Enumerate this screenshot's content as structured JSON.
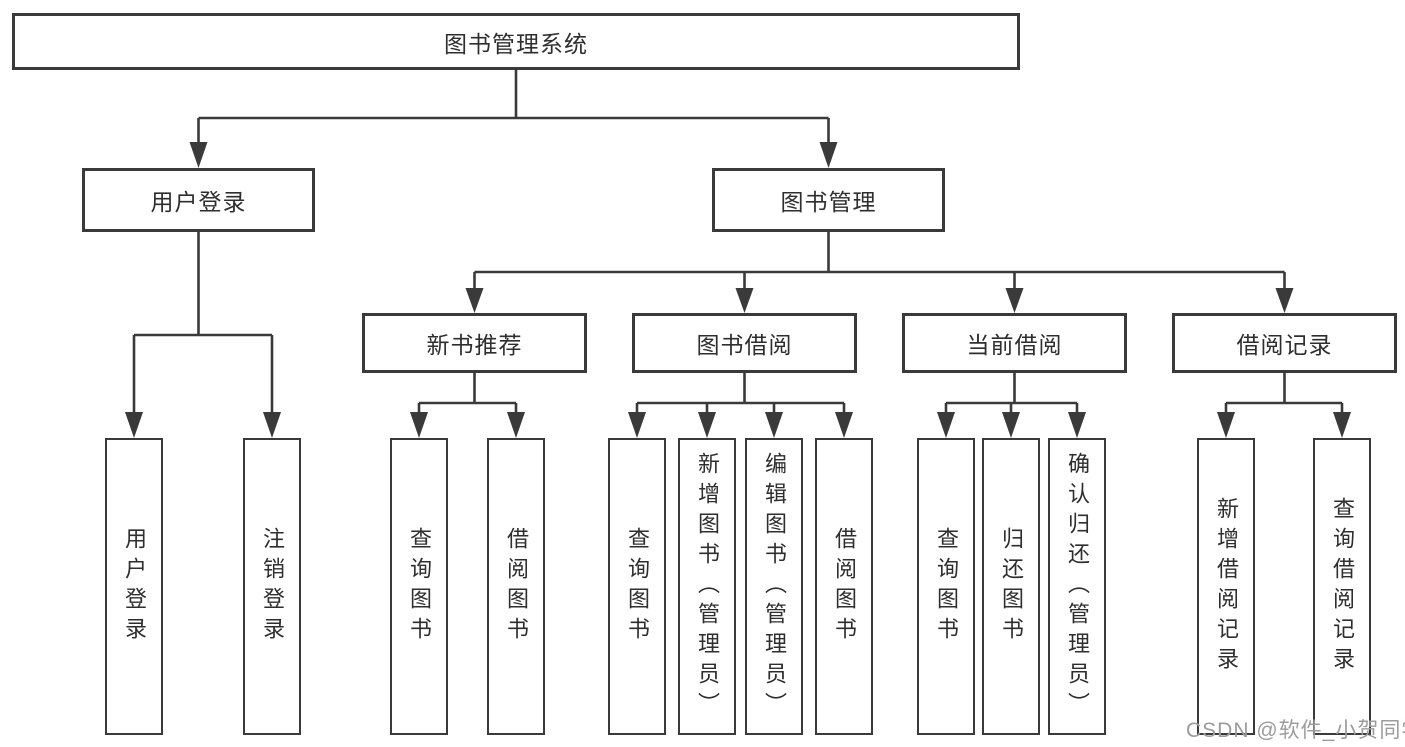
{
  "tree": {
    "label": "图书管理系统",
    "children": [
      {
        "label": "用户登录",
        "children": [
          {
            "label": "用户登录"
          },
          {
            "label": "注销登录"
          }
        ]
      },
      {
        "label": "图书管理",
        "children": [
          {
            "label": "新书推荐",
            "children": [
              {
                "label": "查询图书"
              },
              {
                "label": "借阅图书"
              }
            ]
          },
          {
            "label": "图书借阅",
            "children": [
              {
                "label": "查询图书"
              },
              {
                "label": "新增图书（管理员）"
              },
              {
                "label": "编辑图书（管理员）"
              },
              {
                "label": "借阅图书"
              }
            ]
          },
          {
            "label": "当前借阅",
            "children": [
              {
                "label": "查询图书"
              },
              {
                "label": "归还图书"
              },
              {
                "label": "确认归还（管理员）"
              }
            ]
          },
          {
            "label": "借阅记录",
            "children": [
              {
                "label": "新增借阅记录"
              },
              {
                "label": "查询借阅记录"
              }
            ]
          }
        ]
      }
    ]
  },
  "watermark": {
    "text": "CSDN @软件_小贺同学"
  },
  "colors": {
    "line": "#3a3a3a",
    "text": "#2e2e2e",
    "background": "#ffffff",
    "watermark": "#9c9c9c"
  }
}
